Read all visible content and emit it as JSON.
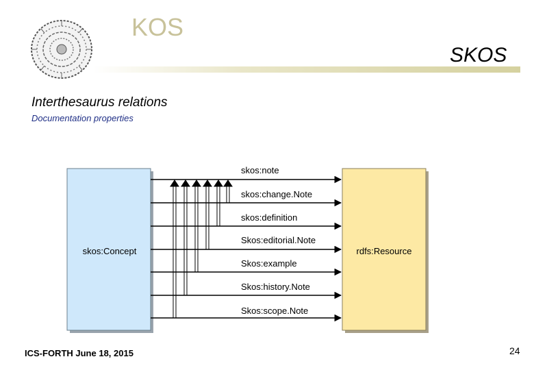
{
  "header": {
    "logo": {
      "icon": "phaistos-disc-logo"
    },
    "kos_title": "KOS",
    "skos_title": "SKOS",
    "accent_color": "#c8c29a"
  },
  "slide": {
    "subtitle": "Interthesaurus relations",
    "section": "Documentation properties",
    "section_color": "#1f2f86"
  },
  "diagram": {
    "source": {
      "label": "skos:Concept",
      "color": "#cfe8fb"
    },
    "target": {
      "label": "rdfs:Resource",
      "color": "#fde9a4"
    },
    "properties": [
      "skos:note",
      "skos:change.Note",
      "skos:definition",
      "Skos:editorial.Note",
      "Skos:example",
      "Skos:history.Note",
      "Skos:scope.Note"
    ]
  },
  "footer": {
    "left": "ICS-FORTH  June 18, 2015",
    "page_number": "24"
  }
}
